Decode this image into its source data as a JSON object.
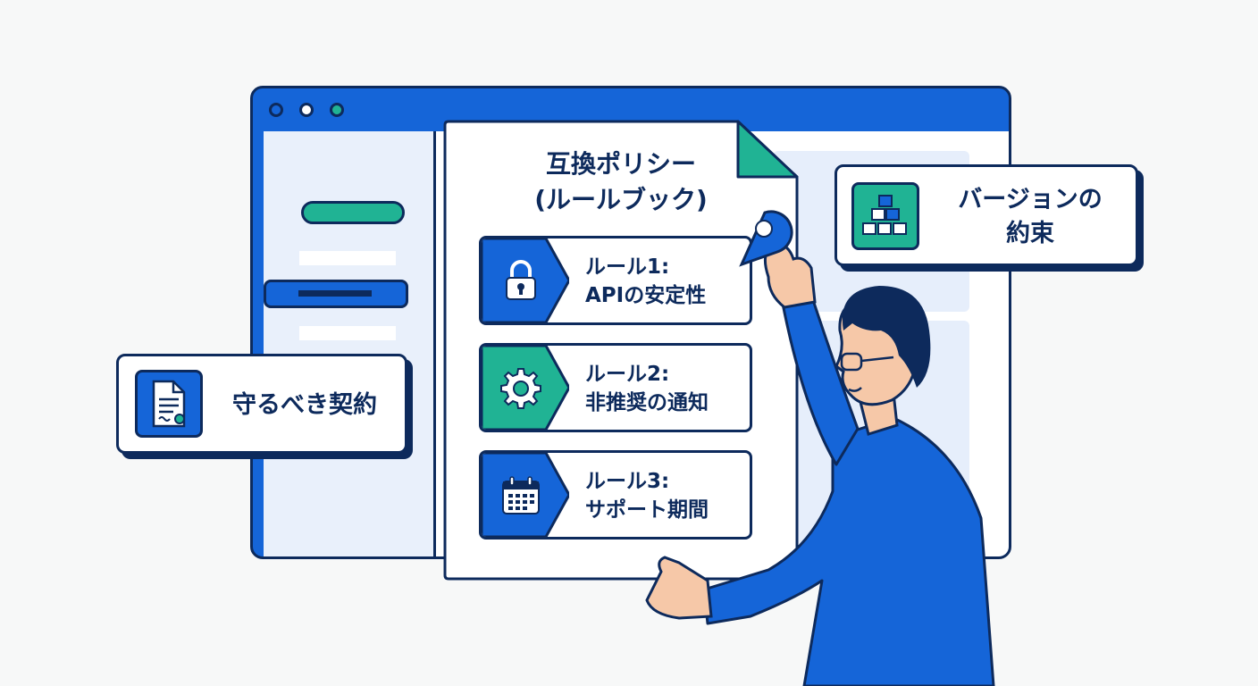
{
  "document": {
    "title_line1": "互換ポリシー",
    "title_line2": "(ルールブック)"
  },
  "rules": [
    {
      "label": "ルール1:",
      "text": "APIの安定性",
      "icon": "lock-icon",
      "color": "#1565d8"
    },
    {
      "label": "ルール2:",
      "text": "非推奨の通知",
      "icon": "gear-icon",
      "color": "#20b394"
    },
    {
      "label": "ルール3:",
      "text": "サポート期間",
      "icon": "calendar-icon",
      "color": "#1565d8"
    }
  ],
  "callouts": {
    "contract": {
      "text": "守るべき契約",
      "icon": "contract-document-icon"
    },
    "version": {
      "line1": "バージョンの",
      "line2": "約束",
      "icon": "block-pyramid-icon"
    }
  },
  "colors": {
    "primary": "#1565d8",
    "accent": "#20b394",
    "outline": "#0d2a5c",
    "panel": "#e6eefb"
  }
}
